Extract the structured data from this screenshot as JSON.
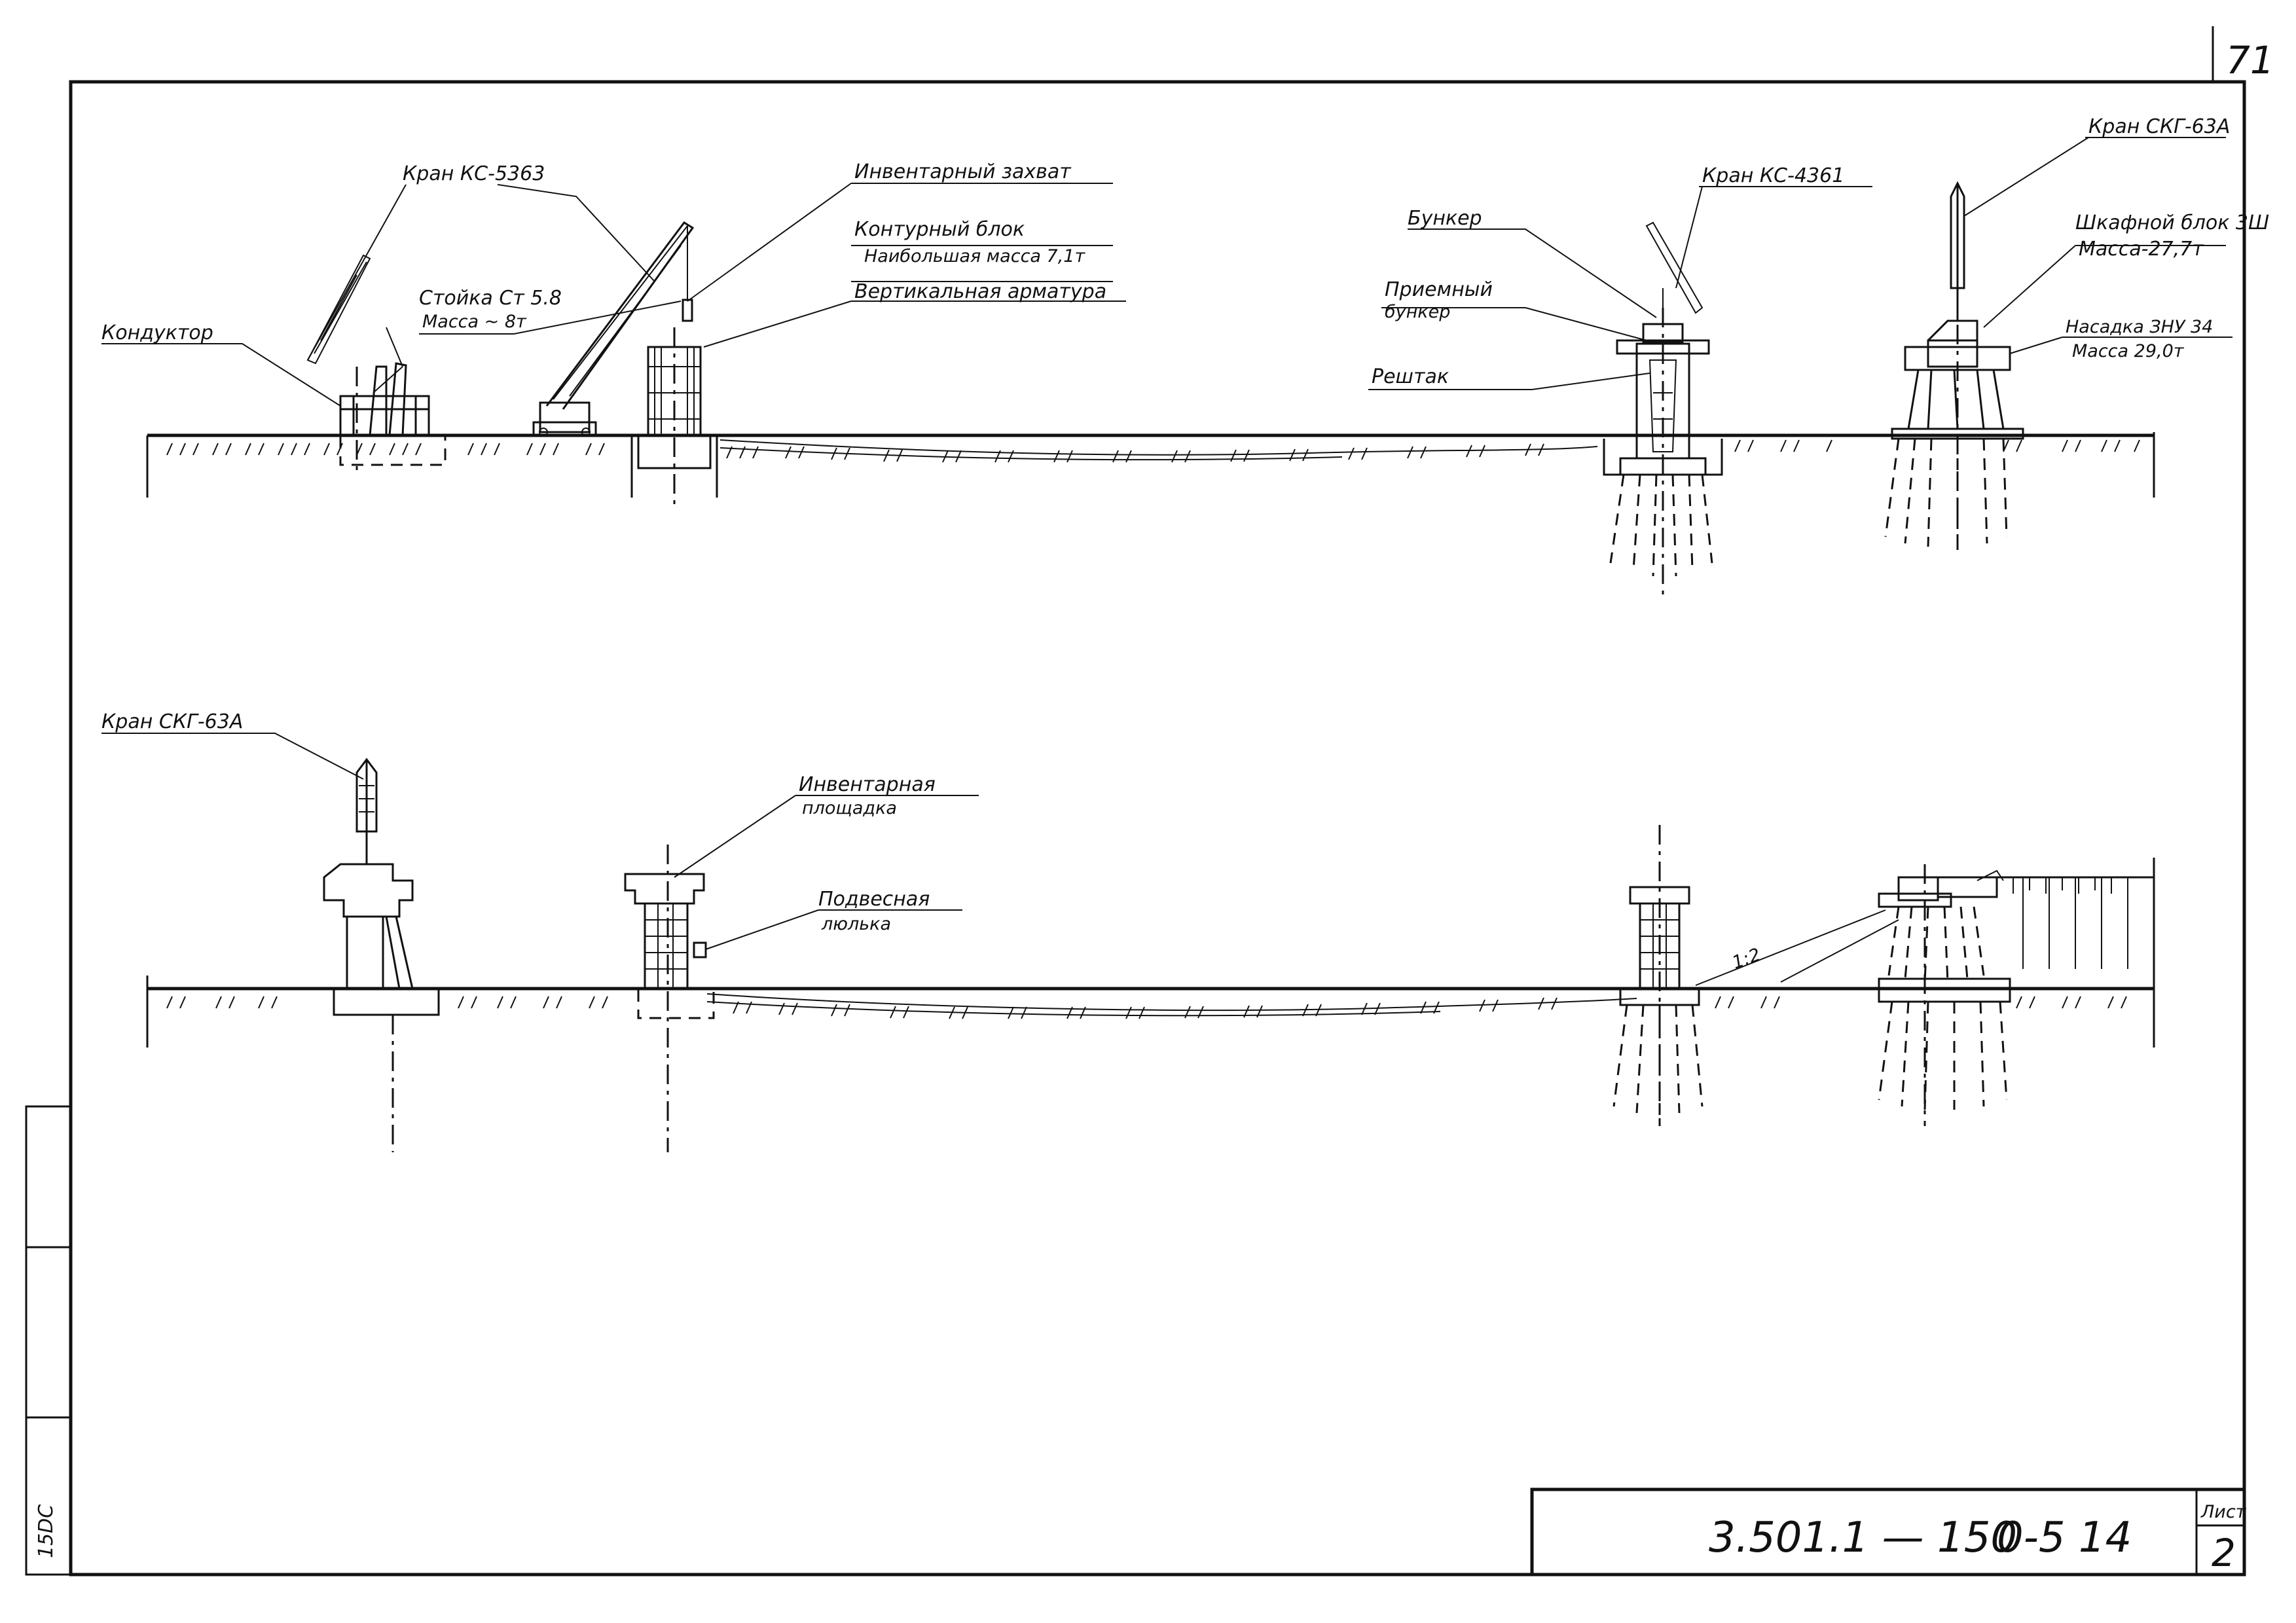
{
  "sheet": {
    "page_number": "71",
    "doc_code": "3.501.1 — 150",
    "doc_part": "0-5 14",
    "sheet_label": "Лист",
    "sheet_number": "2",
    "margin_note": "15DC"
  },
  "top_row": {
    "crane_ks5363": "Кран КС-5363",
    "inventory_grab": "Инвентарный захват",
    "contour_block": "Контурный блок",
    "contour_block_mass": "Наибольшая масса 7,1т",
    "vertical_rebar": "Вертикальная арматура",
    "stand": "Стойка Ст 5.8",
    "stand_mass": "Масса ~ 8т",
    "conductor": "Кондуктор",
    "bunker": "Бункер",
    "crane_ks4361": "Кран КС-4361",
    "receiving_bunker_1": "Приемный",
    "receiving_bunker_2": "бункер",
    "grate": "Рештак",
    "crane_skg63a": "Кран СКГ-63А",
    "cabinet_block": "Шкафной блок 3Ш",
    "cabinet_block_mass": "Масса-27,7т",
    "cap": "Насадка ЗНУ 34",
    "cap_mass": "Масса 29,0т"
  },
  "bottom_row": {
    "crane_skg63a": "Кран СКГ-63А",
    "inventory_platform_1": "Инвентарная",
    "inventory_platform_2": "площадка",
    "hanging_cradle_1": "Подвесная",
    "hanging_cradle_2": "люлька",
    "slope": "1:2"
  }
}
